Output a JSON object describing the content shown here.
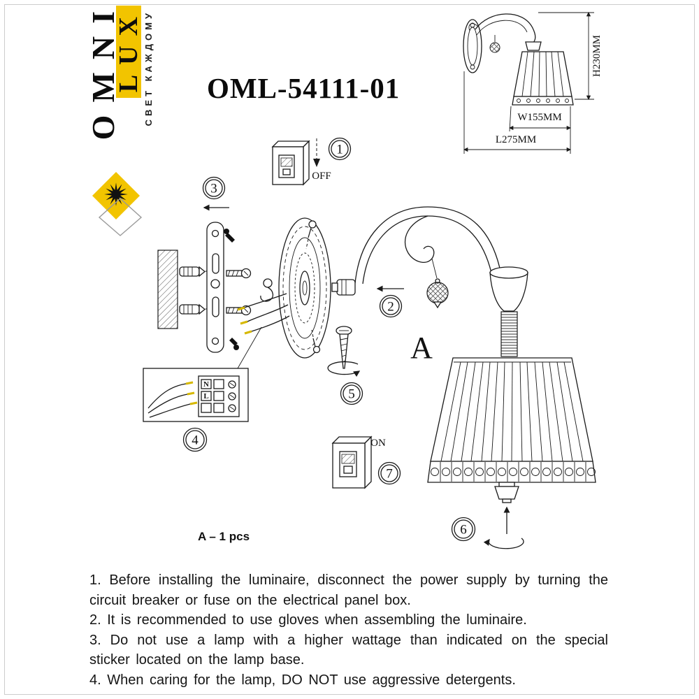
{
  "page": {
    "background": "#ffffff",
    "frame_color": "#cccccc"
  },
  "brand": {
    "word_primary": "OMNI",
    "word_secondary": "LUX",
    "tagline": "СВЕТ КАЖДОМУ",
    "accent_color": "#f2c400",
    "logo_icon": "diamond-starburst-icon"
  },
  "title": "OML-54111-01",
  "overview": {
    "height_label": "H230MM",
    "width_label": "W155MM",
    "length_label": "L275MM"
  },
  "steps": [
    "1",
    "2",
    "3",
    "4",
    "5",
    "6",
    "7"
  ],
  "switches": {
    "off_label": "OFF",
    "on_label": "ON"
  },
  "wiring": {
    "neutral_label": "N",
    "live_label": "L"
  },
  "shade": {
    "part_label": "A"
  },
  "parts_summary": "A – 1 pcs",
  "instructions": [
    "1. Before installing the luminaire, disconnect the power supply by turning the circuit breaker or fuse on the electrical panel box.",
    "2. It is recommended to use gloves when assembling the luminaire.",
    "3. Do not use a lamp with a higher wattage than indicated on the special sticker located on the lamp base.",
    "4. When caring for the lamp, DO NOT use aggressive detergents."
  ]
}
